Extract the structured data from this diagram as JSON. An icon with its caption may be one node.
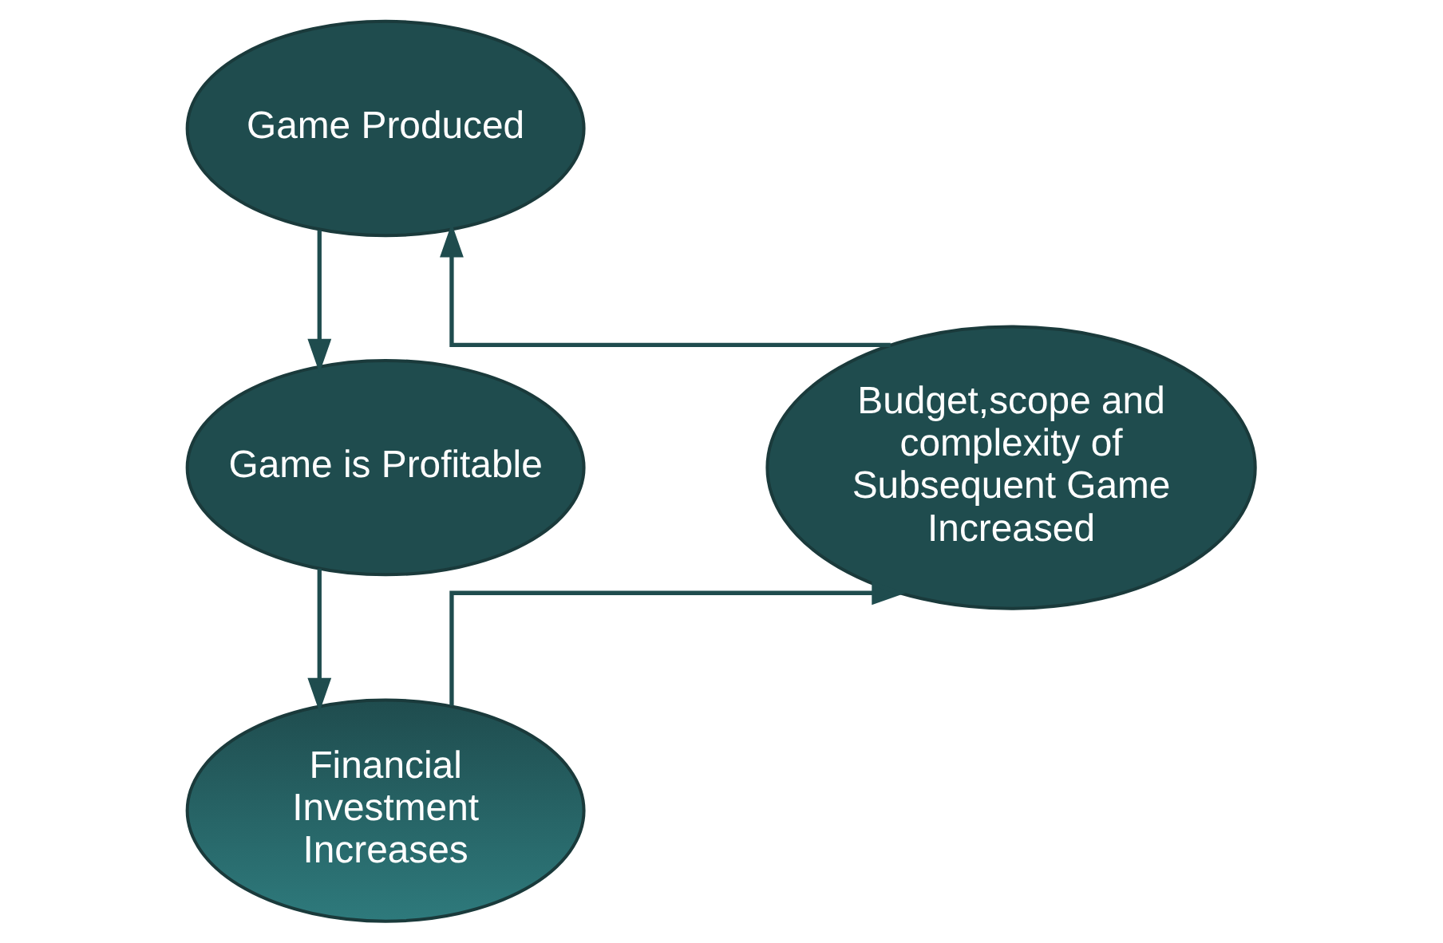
{
  "diagram": {
    "nodes": [
      {
        "text": [
          "Game Produced"
        ]
      },
      {
        "text": [
          "Game is Profitable"
        ]
      },
      {
        "text": [
          "Financial Investment Increases"
        ]
      },
      {
        "text": [
          "Budget,scope and complexity of Subsequent Game Increased"
        ]
      }
    ],
    "edges": [
      {
        "from": 0,
        "to": 1,
        "arrow": "to"
      },
      {
        "from": 1,
        "to": 2,
        "arrow": "to"
      },
      {
        "from": 2,
        "to": 3,
        "arrow": "to"
      },
      {
        "from": 3,
        "to": 0,
        "arrow": "to"
      }
    ]
  }
}
